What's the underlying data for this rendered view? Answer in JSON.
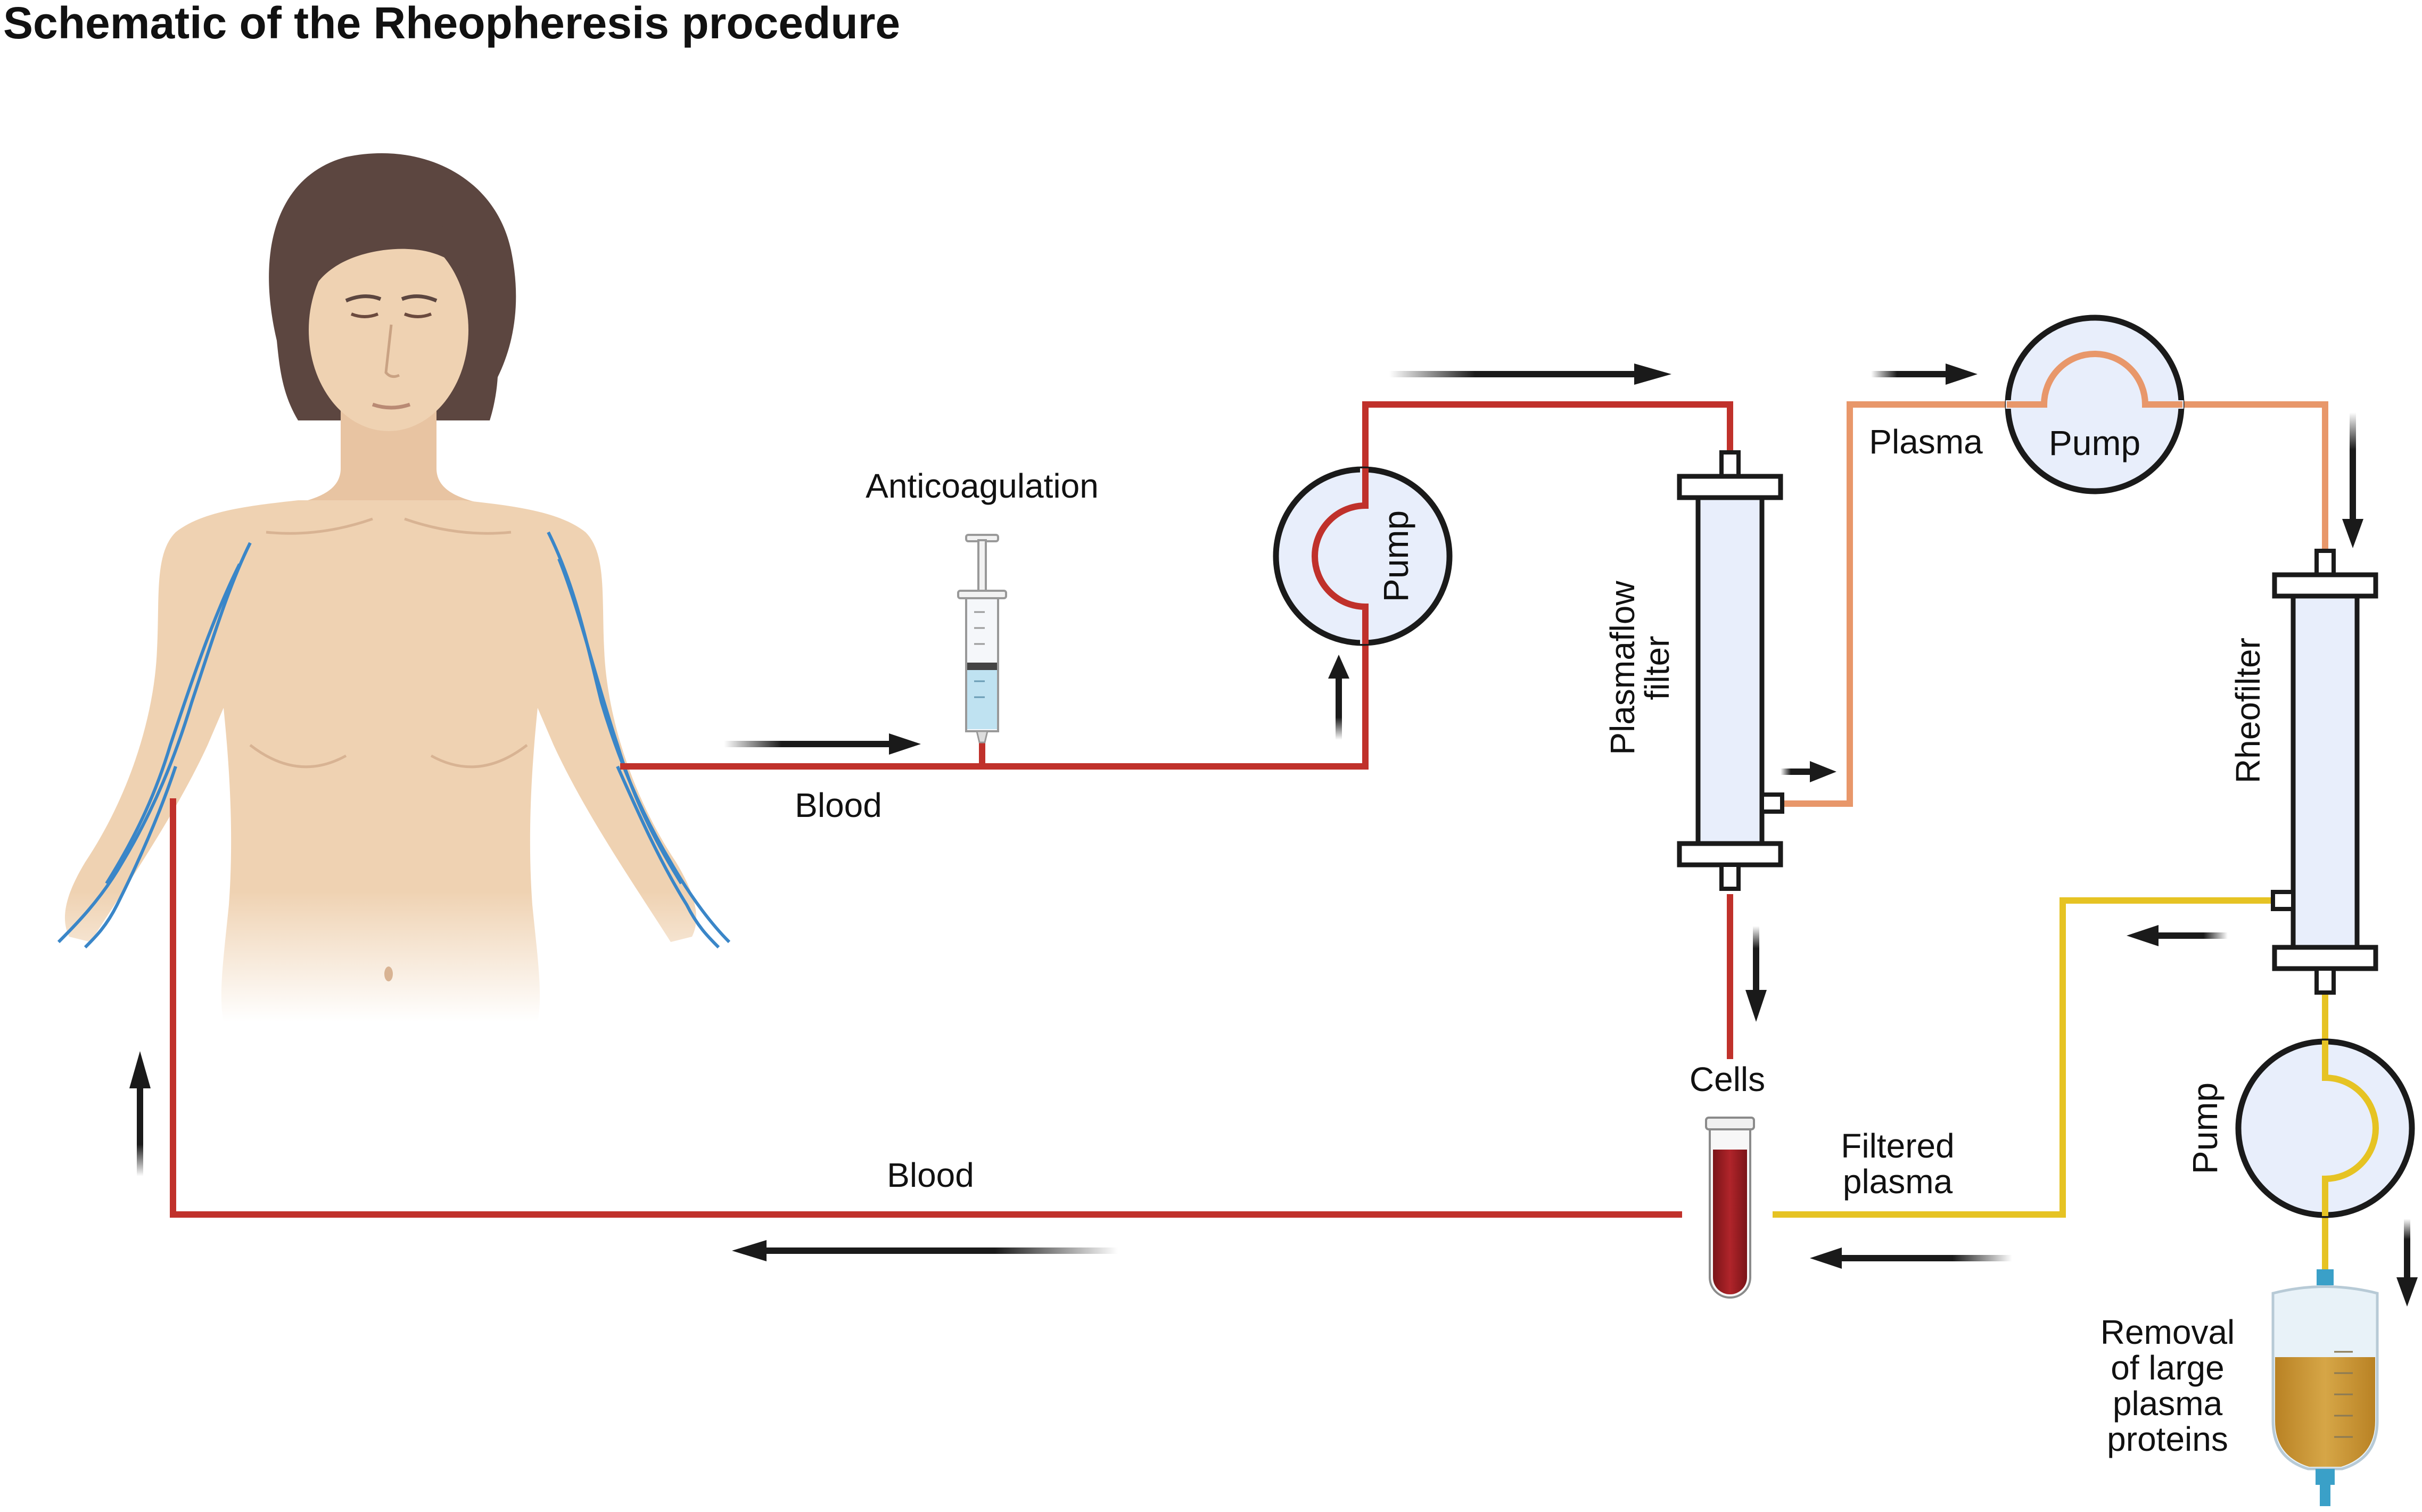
{
  "title": "Schematic of the Rheopheresis procedure",
  "labels": {
    "anticoagulation": "Anticoagulation",
    "blood_out": "Blood",
    "blood_return": "Blood",
    "plasmaflow_filter_line1": "Plasmaflow",
    "plasmaflow_filter_line2": "filter",
    "plasma": "Plasma",
    "rheofilter": "Rheofilter",
    "cells": "Cells",
    "filtered_plasma_line1": "Filtered",
    "filtered_plasma_line2": "plasma",
    "removal_line1": "Removal",
    "removal_line2": "of large",
    "removal_line3": "plasma",
    "removal_line4": "proteins"
  },
  "pumps": [
    "Pump",
    "Pump",
    "Pump"
  ],
  "colors": {
    "blood_line": "#c0312b",
    "plasma_line": "#e8976a",
    "filtered_plasma_line": "#e6c323",
    "arrow": "#1a1a1a",
    "skin": "#efd2b2",
    "hair": "#5c4640",
    "veins": "#3a86c8",
    "filter_body": "#e8eefb",
    "bag_fluid": "#c9962d"
  }
}
